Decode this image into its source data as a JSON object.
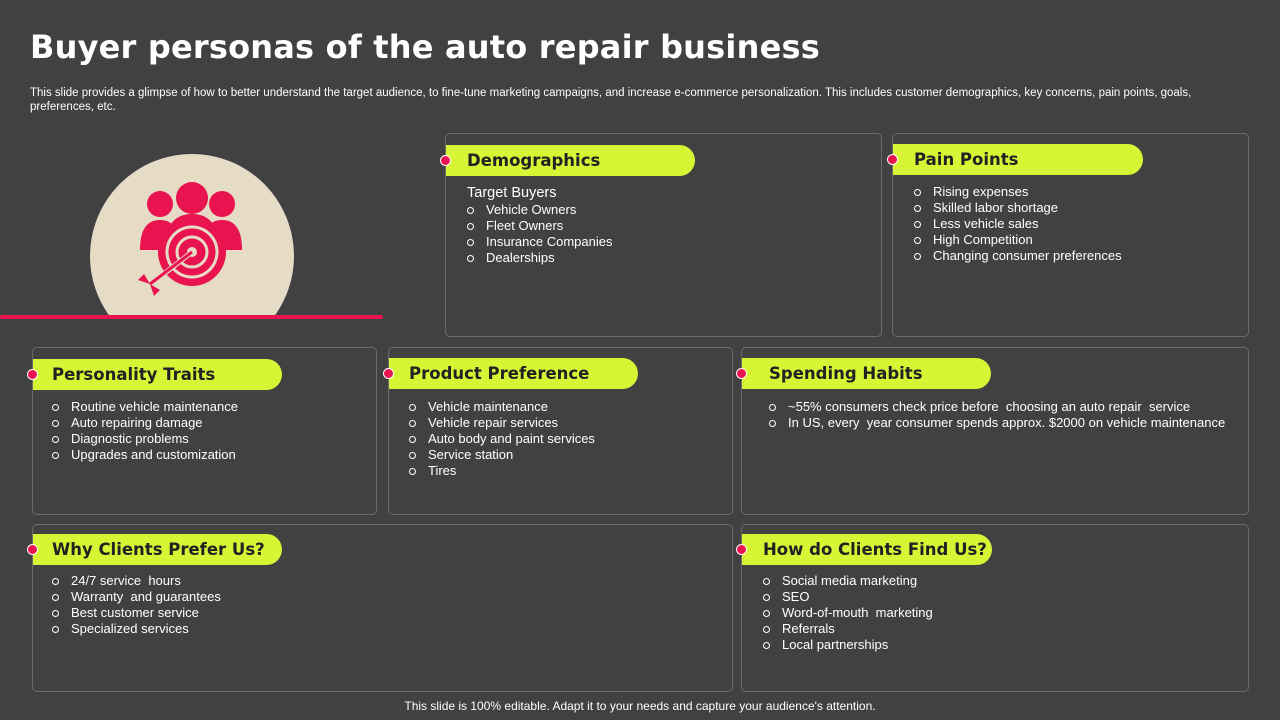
{
  "header": {
    "title": "Buyer personas of the auto repair business",
    "subtitle": "This slide provides a glimpse of how to better understand the target audience, to fine-tune marketing campaigns, and increase e-commerce personalization. This includes customer demographics, key concerns, pain points, goals, preferences, etc."
  },
  "illustration": {
    "icon": "target-audience-icon"
  },
  "demographics": {
    "title": "Demographics",
    "heading": "Target Buyers",
    "items": [
      "Vehicle Owners",
      "Fleet Owners",
      "Insurance Companies",
      "Dealerships"
    ]
  },
  "pain_points": {
    "title": "Pain Points",
    "items": [
      "Rising expenses",
      "Skilled labor shortage",
      "Less vehicle sales",
      "High Competition",
      "Changing consumer preferences"
    ]
  },
  "personality_traits": {
    "title": "Personality Traits",
    "items": [
      "Routine vehicle maintenance",
      "Auto repairing damage",
      "Diagnostic problems",
      "Upgrades and customization"
    ]
  },
  "product_preference": {
    "title": "Product Preference",
    "items": [
      "Vehicle maintenance",
      "Vehicle repair services",
      "Auto body and paint services",
      "Service station",
      "Tires"
    ]
  },
  "spending_habits": {
    "title": "Spending Habits",
    "items": [
      "~55% consumers check price before  choosing an auto repair  service",
      "In US, every  year consumer spends approx. $2000 on vehicle maintenance"
    ]
  },
  "why_clients": {
    "title": "Why Clients Prefer Us?",
    "items": [
      "24/7 service  hours",
      "Warranty  and guarantees",
      "Best customer service",
      "Specialized services"
    ]
  },
  "find_us": {
    "title": "How do Clients Find Us?",
    "items": [
      "Social media marketing",
      "SEO",
      "Word-of-mouth  marketing",
      "Referrals",
      "Local partnerships"
    ]
  },
  "footer": {
    "note": "This slide is 100% editable. Adapt it to your needs and capture your audience's attention."
  },
  "colors": {
    "background": "#414142",
    "accent": "#d7f535",
    "highlight": "#e8134f",
    "circle": "#e6dcc5"
  }
}
